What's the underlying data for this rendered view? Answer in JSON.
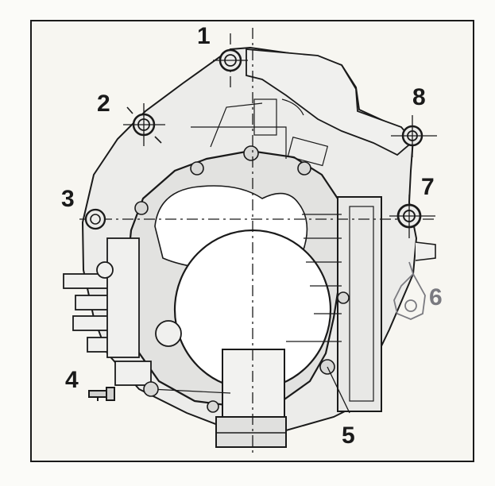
{
  "callouts": [
    {
      "id": "1",
      "label": "1"
    },
    {
      "id": "2",
      "label": "2"
    },
    {
      "id": "3",
      "label": "3"
    },
    {
      "id": "4",
      "label": "4"
    },
    {
      "id": "5",
      "label": "5"
    },
    {
      "id": "6",
      "label": "6"
    },
    {
      "id": "7",
      "label": "7"
    },
    {
      "id": "8",
      "label": "8"
    }
  ],
  "colors": {
    "ink": "#1a1a1a",
    "callout_6": "#7a7a80",
    "fill_light": "#e6e6e6",
    "fill_mid": "#cfcfcf"
  }
}
